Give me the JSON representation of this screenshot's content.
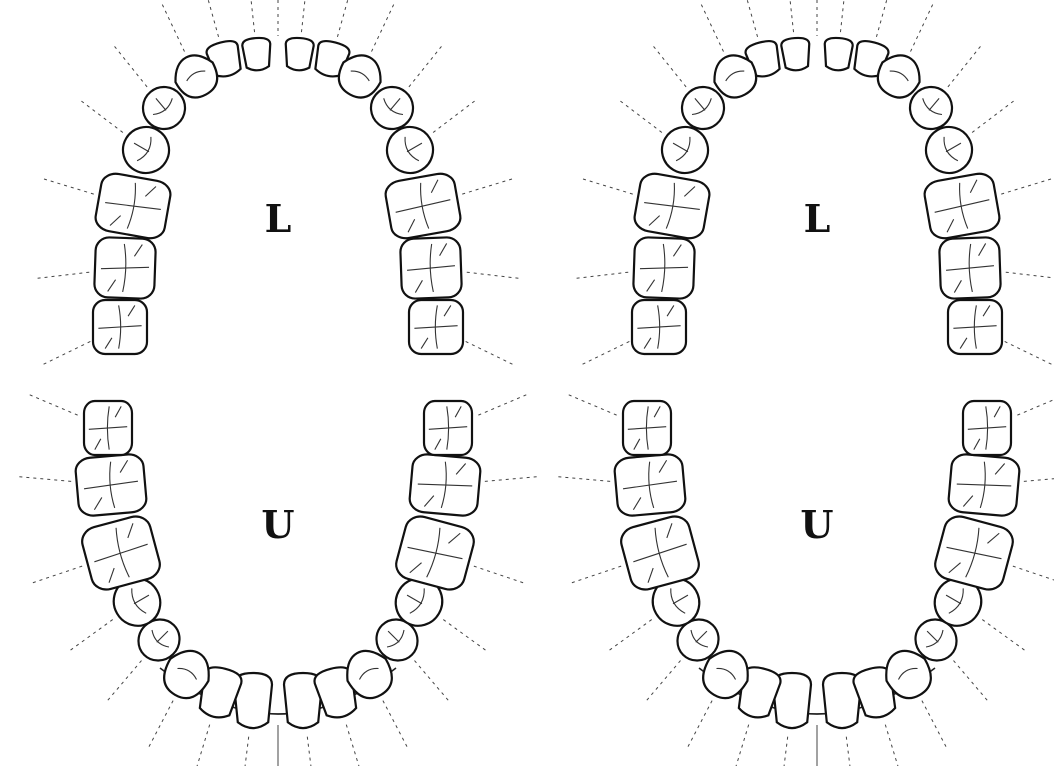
{
  "diagrams": [
    {
      "lower_label": "L",
      "upper_label": "U"
    },
    {
      "lower_label": "L",
      "upper_label": "U"
    }
  ]
}
